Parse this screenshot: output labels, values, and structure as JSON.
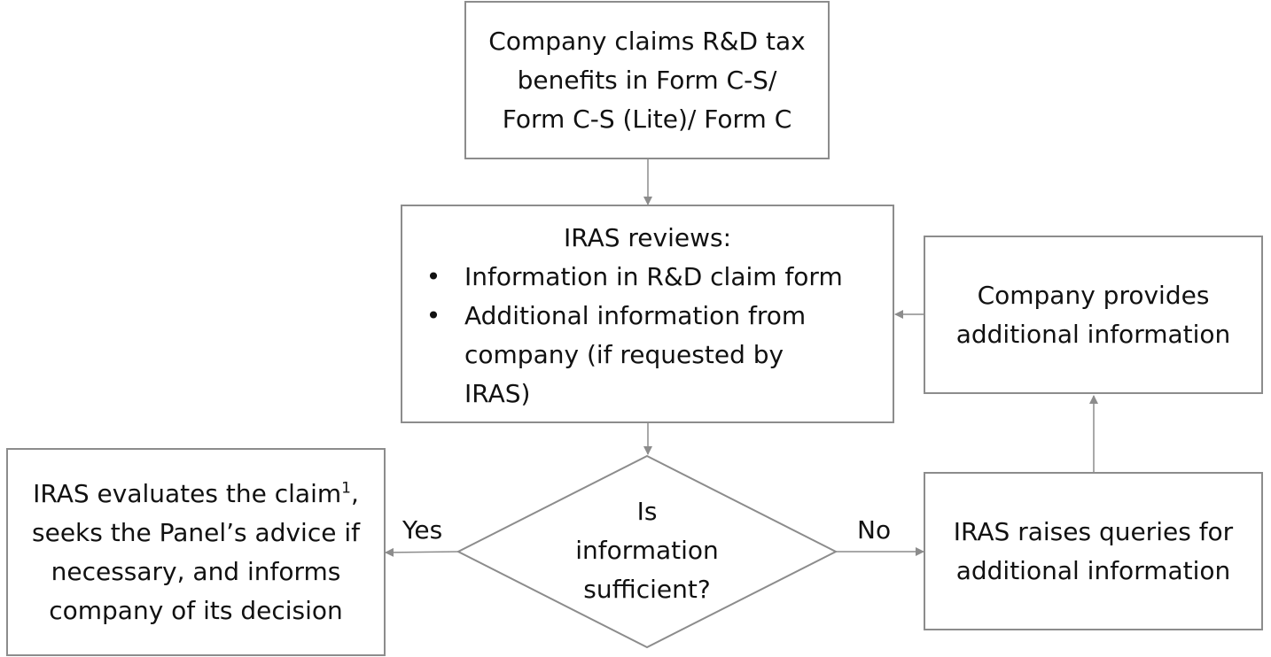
{
  "nodes": {
    "claim": {
      "lines": [
        "Company claims R&D tax",
        "benefits in Form C-S/",
        "Form C-S (Lite)/ Form C"
      ]
    },
    "review": {
      "heading": "IRAS reviews:",
      "bullet": "•",
      "items": [
        {
          "lines": [
            "Information in R&D claim form"
          ]
        },
        {
          "lines": [
            "Additional information from",
            "company (if requested by",
            "IRAS)"
          ]
        }
      ]
    },
    "provides": {
      "lines": [
        "Company provides",
        "additional information"
      ]
    },
    "decision": {
      "lines": [
        "Is",
        "information",
        "sufficient?"
      ]
    },
    "evaluate": {
      "line1": "IRAS evaluates the claim",
      "footnote": "1",
      "line1_end": ",",
      "lines": [
        "seeks the Panel’s advice if",
        "necessary, and informs",
        "company of its decision"
      ]
    },
    "queries": {
      "lines": [
        "IRAS raises queries for",
        "additional information"
      ]
    }
  },
  "edges": {
    "yes_label": "Yes",
    "no_label": "No"
  },
  "colors": {
    "border": "#8c8c8c",
    "arrow": "#8c8c8c",
    "text": "#111111"
  }
}
